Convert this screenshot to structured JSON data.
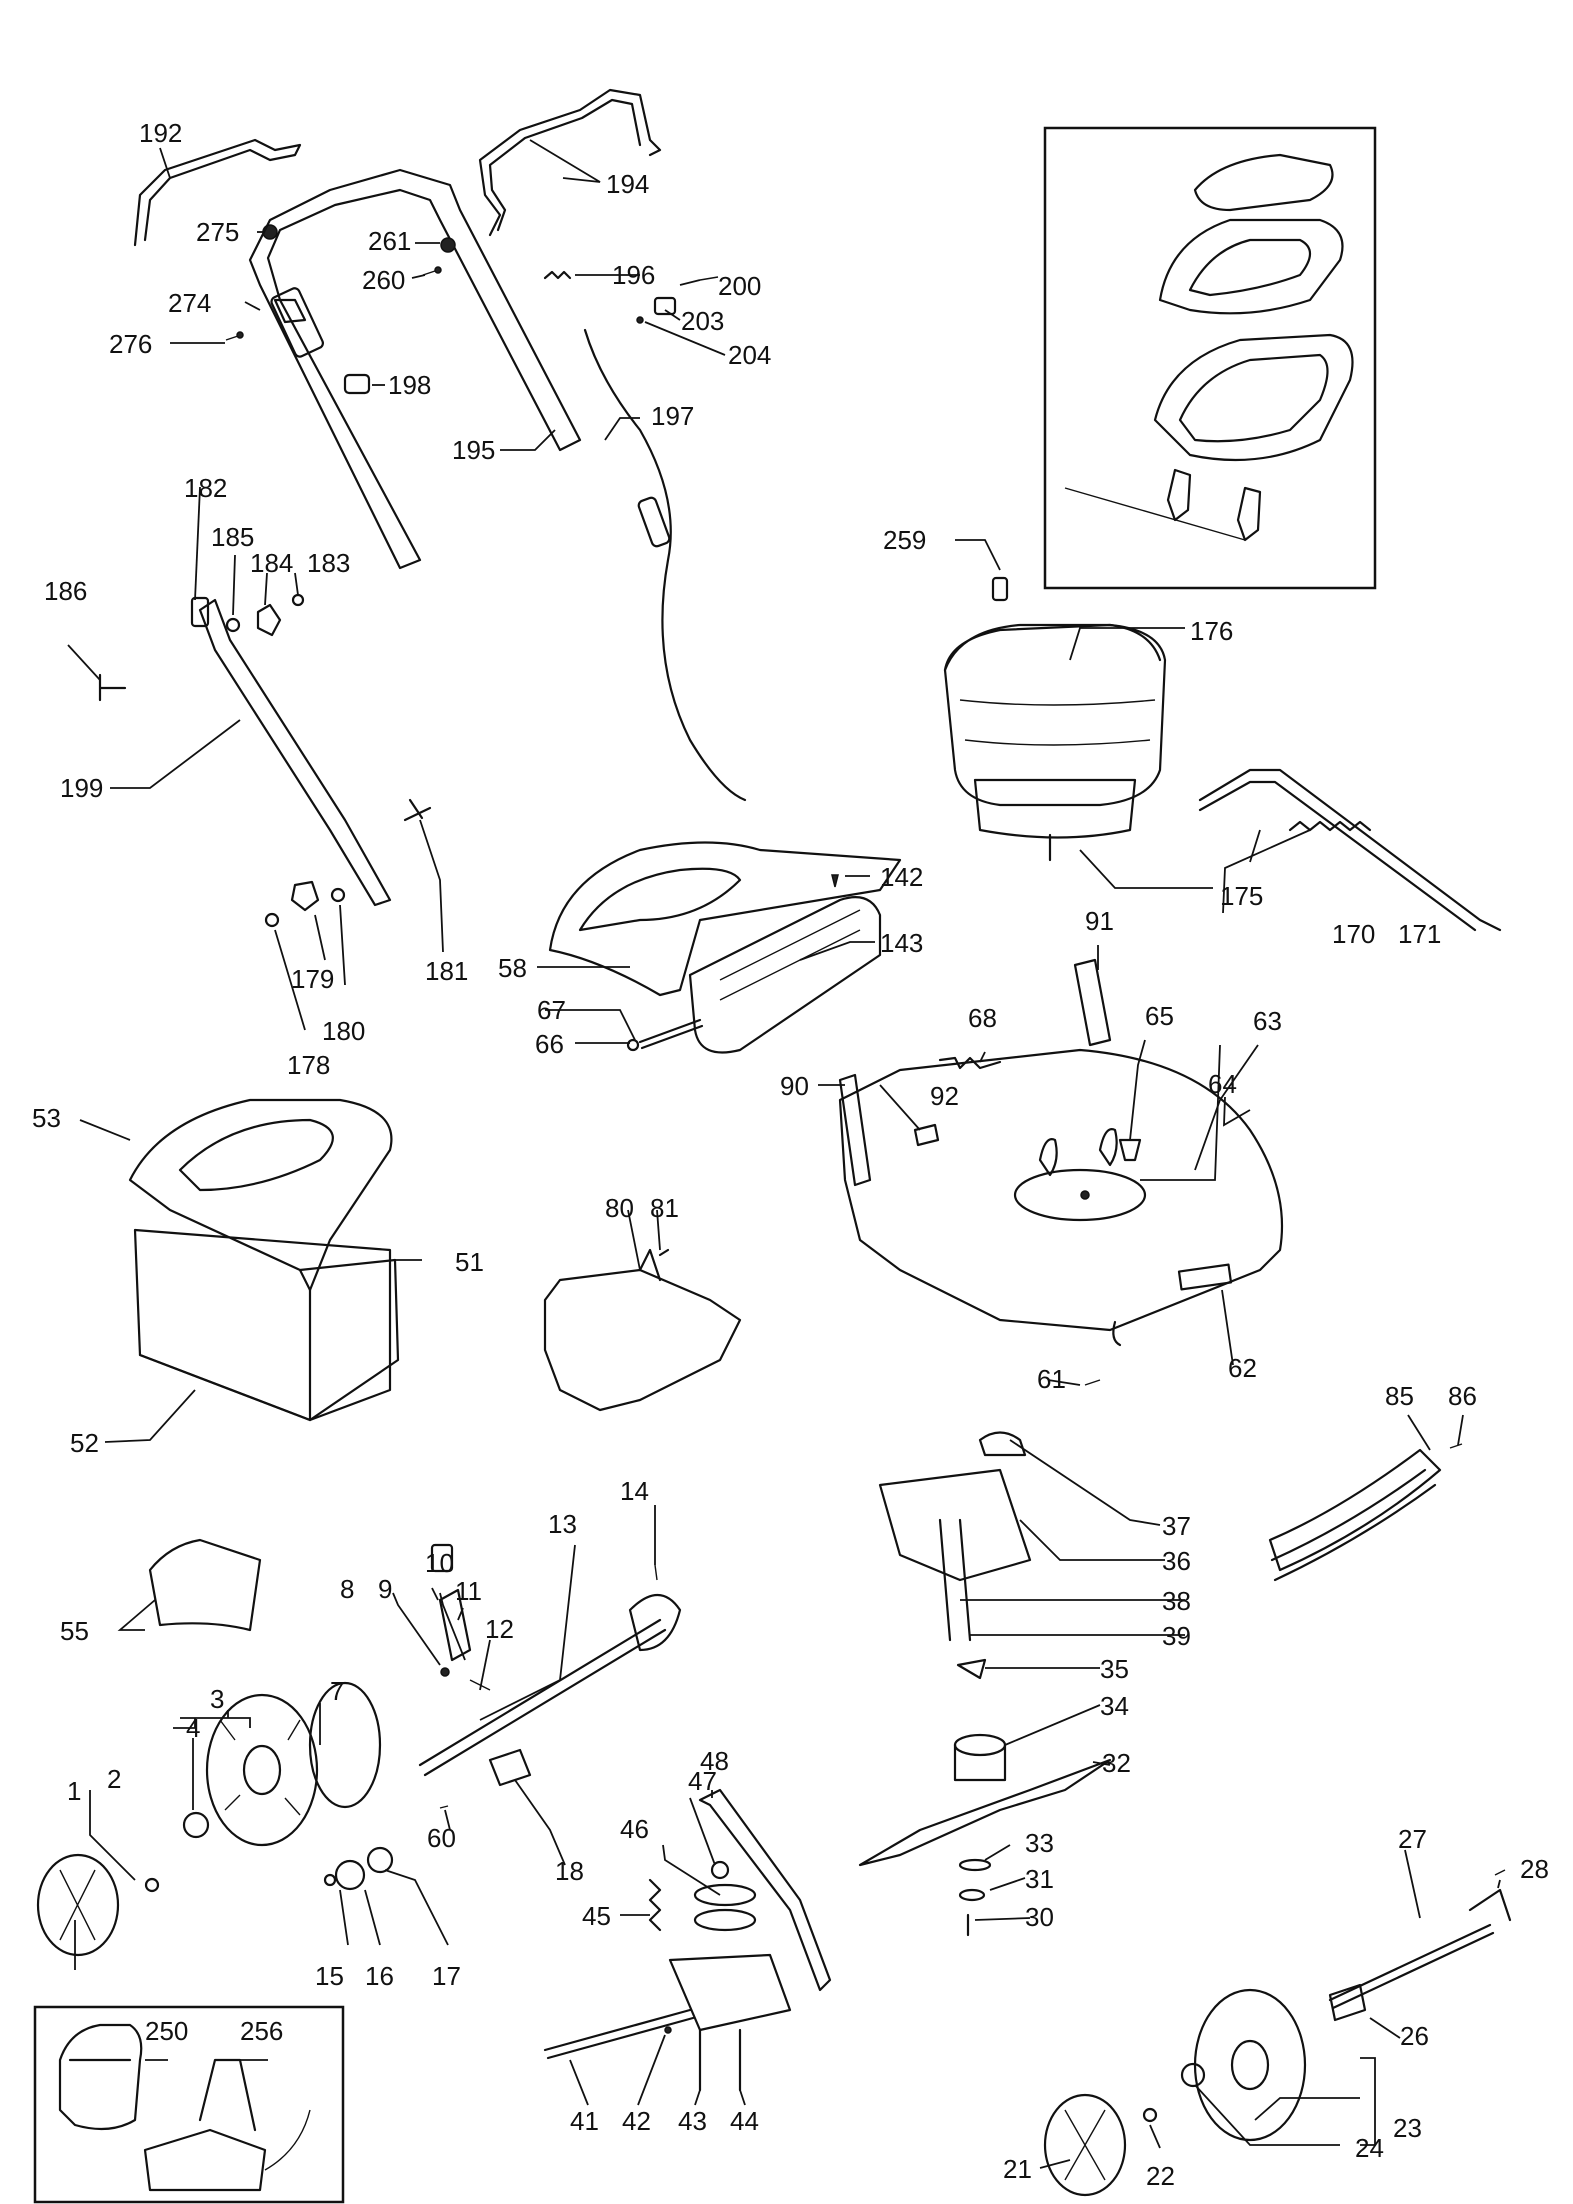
{
  "parts": [
    {
      "id": "p1",
      "label": "1"
    },
    {
      "id": "p2",
      "label": "2"
    },
    {
      "id": "p3",
      "label": "3"
    },
    {
      "id": "p4",
      "label": "4"
    },
    {
      "id": "p7",
      "label": "7"
    },
    {
      "id": "p8",
      "label": "8"
    },
    {
      "id": "p9",
      "label": "9"
    },
    {
      "id": "p10",
      "label": "10"
    },
    {
      "id": "p11",
      "label": "11"
    },
    {
      "id": "p12",
      "label": "12"
    },
    {
      "id": "p13",
      "label": "13"
    },
    {
      "id": "p14",
      "label": "14"
    },
    {
      "id": "p15",
      "label": "15"
    },
    {
      "id": "p16",
      "label": "16"
    },
    {
      "id": "p17",
      "label": "17"
    },
    {
      "id": "p18",
      "label": "18"
    },
    {
      "id": "p21",
      "label": "21"
    },
    {
      "id": "p22",
      "label": "22"
    },
    {
      "id": "p23",
      "label": "23"
    },
    {
      "id": "p24",
      "label": "24"
    },
    {
      "id": "p26",
      "label": "26"
    },
    {
      "id": "p27",
      "label": "27"
    },
    {
      "id": "p28",
      "label": "28"
    },
    {
      "id": "p30",
      "label": "30"
    },
    {
      "id": "p31",
      "label": "31"
    },
    {
      "id": "p32",
      "label": "32"
    },
    {
      "id": "p33",
      "label": "33"
    },
    {
      "id": "p34",
      "label": "34"
    },
    {
      "id": "p35",
      "label": "35"
    },
    {
      "id": "p36",
      "label": "36"
    },
    {
      "id": "p37",
      "label": "37"
    },
    {
      "id": "p38",
      "label": "38"
    },
    {
      "id": "p39",
      "label": "39"
    },
    {
      "id": "p41",
      "label": "41"
    },
    {
      "id": "p42",
      "label": "42"
    },
    {
      "id": "p43",
      "label": "43"
    },
    {
      "id": "p44",
      "label": "44"
    },
    {
      "id": "p45",
      "label": "45"
    },
    {
      "id": "p46",
      "label": "46"
    },
    {
      "id": "p47",
      "label": "47"
    },
    {
      "id": "p48",
      "label": "48"
    },
    {
      "id": "p51",
      "label": "51"
    },
    {
      "id": "p52",
      "label": "52"
    },
    {
      "id": "p53",
      "label": "53"
    },
    {
      "id": "p55",
      "label": "55"
    },
    {
      "id": "p58",
      "label": "58"
    },
    {
      "id": "p60",
      "label": "60"
    },
    {
      "id": "p61",
      "label": "61"
    },
    {
      "id": "p62",
      "label": "62"
    },
    {
      "id": "p63",
      "label": "63"
    },
    {
      "id": "p64",
      "label": "64"
    },
    {
      "id": "p65",
      "label": "65"
    },
    {
      "id": "p66",
      "label": "66"
    },
    {
      "id": "p67",
      "label": "67"
    },
    {
      "id": "p68",
      "label": "68"
    },
    {
      "id": "p80",
      "label": "80"
    },
    {
      "id": "p81",
      "label": "81"
    },
    {
      "id": "p85",
      "label": "85"
    },
    {
      "id": "p86",
      "label": "86"
    },
    {
      "id": "p90",
      "label": "90"
    },
    {
      "id": "p91",
      "label": "91"
    },
    {
      "id": "p92",
      "label": "92"
    },
    {
      "id": "p142",
      "label": "142"
    },
    {
      "id": "p143",
      "label": "143"
    },
    {
      "id": "p170",
      "label": "170"
    },
    {
      "id": "p171",
      "label": "171"
    },
    {
      "id": "p175",
      "label": "175"
    },
    {
      "id": "p176",
      "label": "176"
    },
    {
      "id": "p178",
      "label": "178"
    },
    {
      "id": "p179",
      "label": "179"
    },
    {
      "id": "p180",
      "label": "180"
    },
    {
      "id": "p181",
      "label": "181"
    },
    {
      "id": "p182",
      "label": "182"
    },
    {
      "id": "p183",
      "label": "183"
    },
    {
      "id": "p184",
      "label": "184"
    },
    {
      "id": "p185",
      "label": "185"
    },
    {
      "id": "p186",
      "label": "186"
    },
    {
      "id": "p192",
      "label": "192"
    },
    {
      "id": "p194",
      "label": "194"
    },
    {
      "id": "p195",
      "label": "195"
    },
    {
      "id": "p196",
      "label": "196"
    },
    {
      "id": "p197",
      "label": "197"
    },
    {
      "id": "p198",
      "label": "198"
    },
    {
      "id": "p199",
      "label": "199"
    },
    {
      "id": "p200",
      "label": "200"
    },
    {
      "id": "p203",
      "label": "203"
    },
    {
      "id": "p204",
      "label": "204"
    },
    {
      "id": "p250",
      "label": "250"
    },
    {
      "id": "p256",
      "label": "256"
    },
    {
      "id": "p259",
      "label": "259"
    },
    {
      "id": "p260",
      "label": "260"
    },
    {
      "id": "p261",
      "label": "261"
    },
    {
      "id": "p274",
      "label": "274"
    },
    {
      "id": "p275",
      "label": "275"
    },
    {
      "id": "p276",
      "label": "276"
    }
  ]
}
